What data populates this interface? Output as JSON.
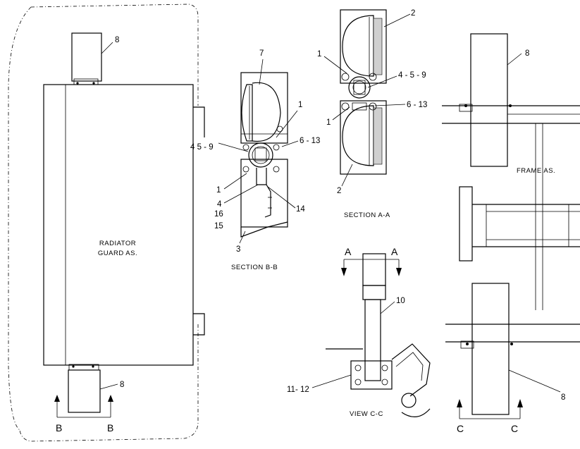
{
  "labels": {
    "radiator_guard_line1": "RADIATOR",
    "radiator_guard_line2": "GUARD  AS.",
    "frame": "FRAME  AS.",
    "section_bb": "SECTION  B-B",
    "section_aa": "SECTION  A-A",
    "view_cc": "VIEW  C-C"
  },
  "callouts": {
    "c8_top": "8",
    "c8_bottom": "8",
    "c8_right_top": "8",
    "c8_right_bottom": "8",
    "c7": "7",
    "c1_bb_upper": "1",
    "c1_bb_lower": "1",
    "c459_bb": "4  5 - 9",
    "c613_bb": "6 - 13",
    "c4_bb": "4",
    "c16": "16",
    "c15": "15",
    "c14": "14",
    "c3": "3",
    "c2_top": "2",
    "c2_bottom": "2",
    "c1_aa_upper": "1",
    "c1_aa_lower": "1",
    "c459_aa": "4 - 5 - 9",
    "c613_aa": "6 - 13",
    "c10": "10",
    "c1112": "11- 12"
  },
  "view_markers": {
    "b_left": "B",
    "b_right": "B",
    "a_left": "A",
    "a_right": "A",
    "c_left": "C",
    "c_right": "C"
  }
}
